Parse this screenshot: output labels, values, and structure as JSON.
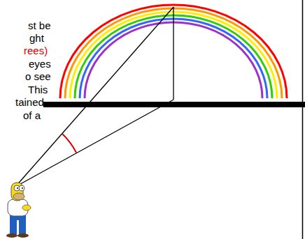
{
  "diagram": {
    "labels": [
      "st be",
      "ght",
      "rees)",
      "eyes",
      "o see",
      "This",
      "tained",
      "of a"
    ]
  }
}
